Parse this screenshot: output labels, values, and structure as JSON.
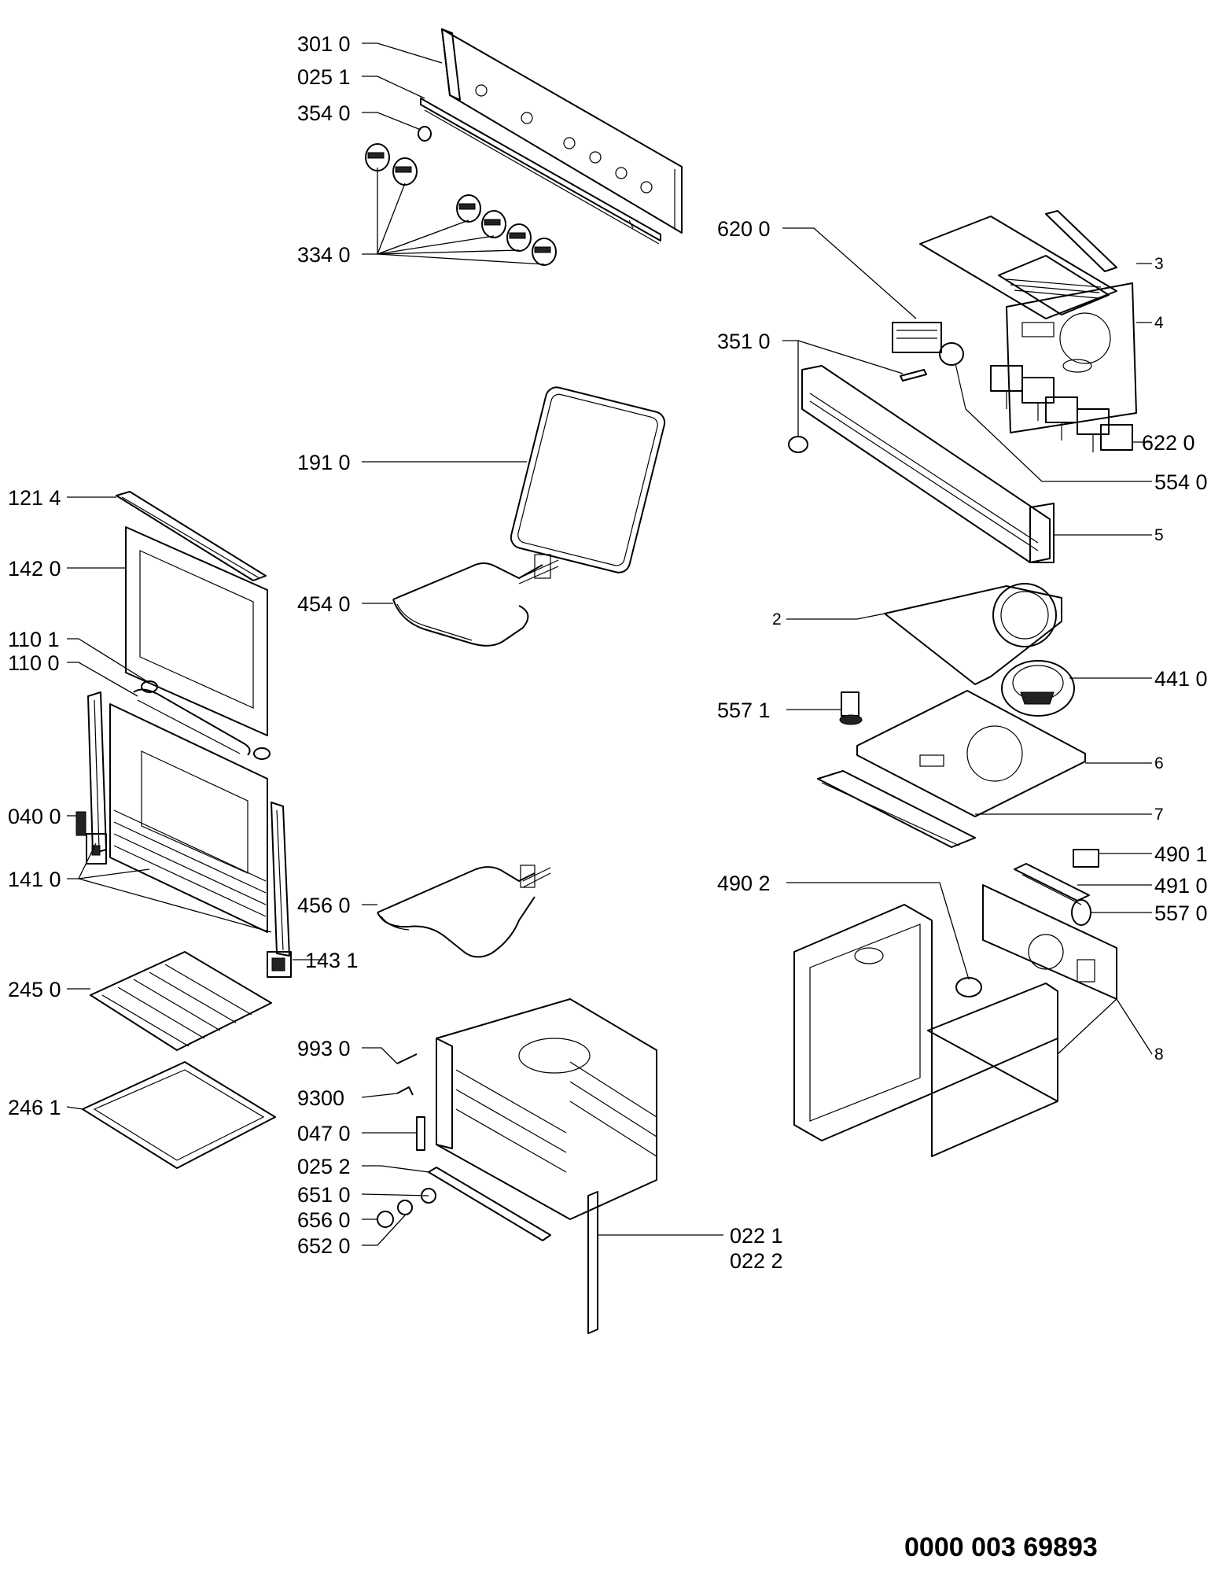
{
  "diagram": {
    "reference_number": "0000 003 69893",
    "labels": {
      "l_3010": "301 0",
      "l_0251": "025 1",
      "l_3540": "354 0",
      "l_3340": "334 0",
      "l_6200": "620 0",
      "l_3": "3",
      "l_4": "4",
      "l_3510": "351 0",
      "l_6220": "622 0",
      "l_5540": "554 0",
      "l_5": "5",
      "l_1910": "191 0",
      "l_1214": "121 4",
      "l_1420": "142 0",
      "l_4540": "454 0",
      "l_1101": "110 1",
      "l_1100": "110 0",
      "l_2": "2",
      "l_4410": "441 0",
      "l_5571": "557 1",
      "l_6": "6",
      "l_0400": "040 0",
      "l_7": "7",
      "l_1410": "141 0",
      "l_4901": "490 1",
      "l_4902": "490 2",
      "l_4910": "491 0",
      "l_4560": "456 0",
      "l_5570": "557 0",
      "l_1431": "143 1",
      "l_2450": "245 0",
      "l_9930": "993 0",
      "l_8": "8",
      "l_9300": "9300",
      "l_2461": "246 1",
      "l_0470": "047 0",
      "l_0252": "025 2",
      "l_6510": "651 0",
      "l_6560": "656 0",
      "l_0221": "022 1",
      "l_6520": "652 0",
      "l_0222": "022 2"
    }
  }
}
